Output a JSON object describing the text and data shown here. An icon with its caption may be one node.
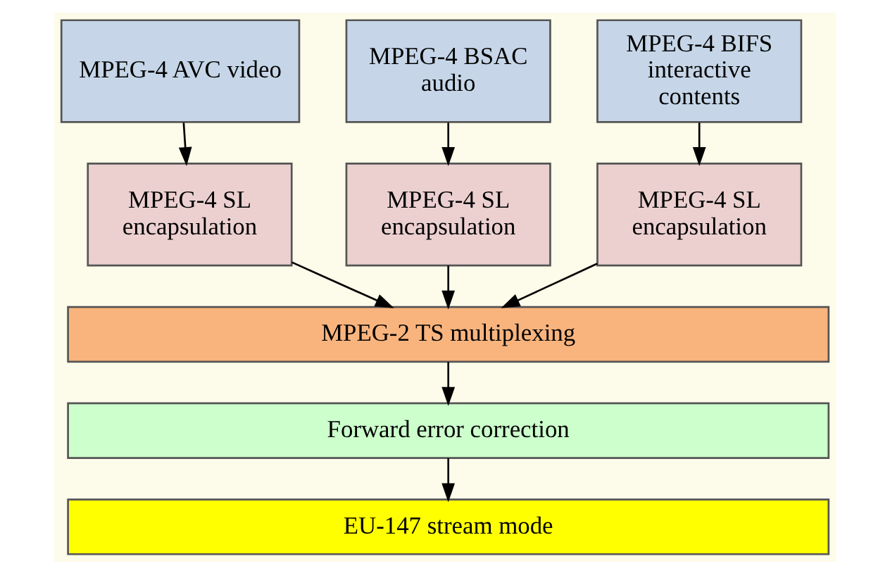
{
  "diagram": {
    "nodes": [
      {
        "text": [
          "MPEG-4 AVC video"
        ]
      },
      {
        "text": [
          "MPEG-4 BSAC audio"
        ]
      },
      {
        "text": [
          "MPEG-4 BIFS interactive contents"
        ]
      },
      {
        "text": [
          "MPEG-4 SL encapsulation"
        ]
      },
      {
        "text": [
          "MPEG-4 SL encapsulation"
        ]
      },
      {
        "text": [
          "MPEG-4 SL encapsulation"
        ]
      },
      {
        "text": [
          "MPEG-2 TS multiplexing"
        ]
      },
      {
        "text": [
          "Forward error correction"
        ]
      },
      {
        "text": [
          "EU-147 stream mode"
        ]
      }
    ],
    "edges": [
      {
        "from": 0,
        "to": 3,
        "arrow": "to"
      },
      {
        "from": 1,
        "to": 4,
        "arrow": "to"
      },
      {
        "from": 2,
        "to": 5,
        "arrow": "to"
      },
      {
        "from": 3,
        "to": 6,
        "arrow": "to"
      },
      {
        "from": 4,
        "to": 6,
        "arrow": "to"
      },
      {
        "from": 5,
        "to": 6,
        "arrow": "to"
      },
      {
        "from": 6,
        "to": 7,
        "arrow": "to"
      },
      {
        "from": 7,
        "to": 8,
        "arrow": "to"
      }
    ]
  }
}
